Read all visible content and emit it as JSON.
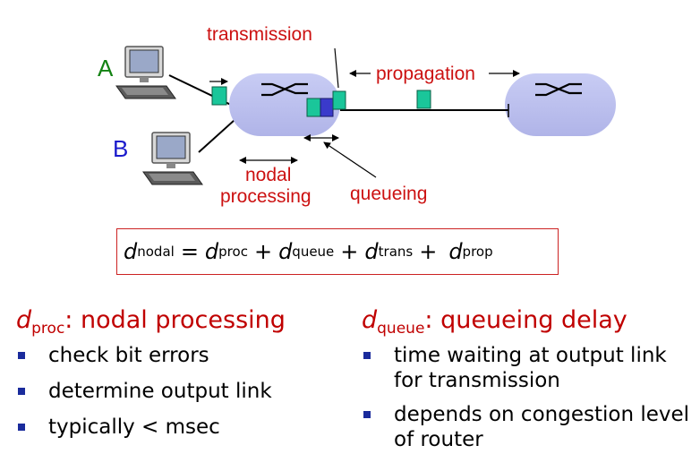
{
  "diagram": {
    "host_a_label": "A",
    "host_b_label": "B",
    "label_transmission": "transmission",
    "label_propagation": "propagation",
    "label_nodal_line1": "nodal",
    "label_nodal_line2": "processing",
    "label_queueing": "queueing",
    "colors": {
      "router_fill": "#bcc0ee",
      "packet": "#1ac69a",
      "packet_queued_dark": "#3a3acb",
      "label_red": "#cc1111",
      "host_a": "#138213",
      "host_b": "#1a1acc"
    }
  },
  "formula": {
    "lhs_d": "d",
    "lhs_sub": "nodal",
    "eq": "=",
    "t1_d": "d",
    "t1_sub": "proc",
    "plus1": "+",
    "t2_d": "d",
    "t2_sub": "queue",
    "plus2": "+",
    "t3_d": "d",
    "t3_sub": "trans",
    "plus3": "+",
    "t4_d": "d",
    "t4_sub": "prop"
  },
  "left_section": {
    "d": "d",
    "sub": "proc",
    "title": ": nodal processing",
    "bullets": [
      "check bit errors",
      "determine output link",
      "typically < msec"
    ]
  },
  "right_section": {
    "d": "d",
    "sub": "queue",
    "title": ": queueing delay",
    "bullets": [
      "time waiting at output link for transmission",
      "depends on congestion level of router"
    ]
  }
}
